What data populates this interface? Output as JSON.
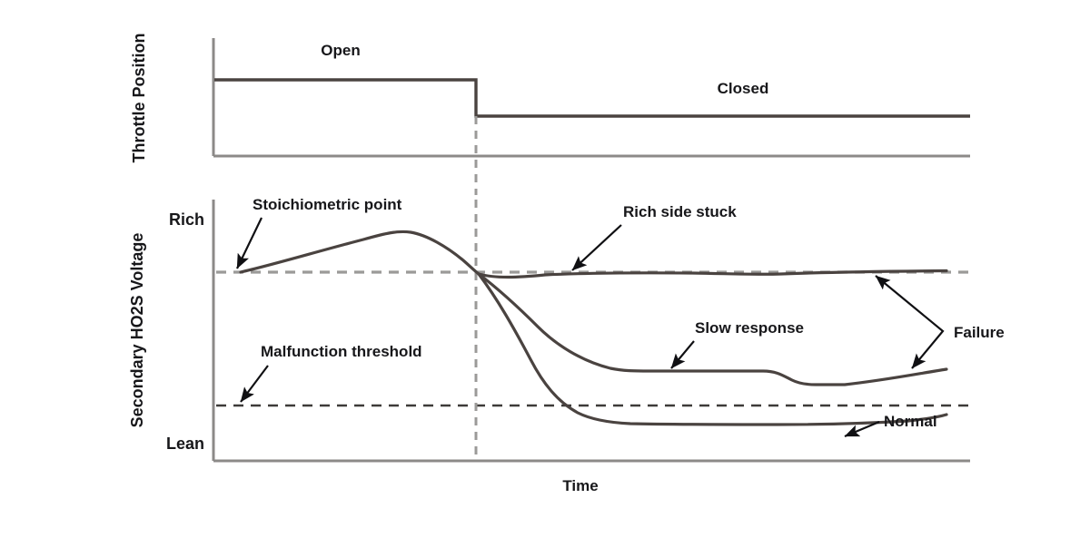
{
  "figure": {
    "background_color": "#ffffff",
    "axis_color": "#8c8a88",
    "curve_color": "#4a4340",
    "dash_color": "#9b9a98",
    "text_color": "#17171a"
  },
  "panels": {
    "top": {
      "y_axis_label": "Throttle Position",
      "state_open": "Open",
      "state_closed": "Closed"
    },
    "bottom": {
      "y_axis_label": "Secondary HO2S Voltage",
      "tick_high": "Rich",
      "tick_low": "Lean",
      "x_axis_label": "Time"
    }
  },
  "annotations": {
    "stoichiometric_point": "Stoichiometric point",
    "malfunction_threshold": "Malfunction threshold",
    "rich_side_stuck": "Rich side stuck",
    "slow_response": "Slow response",
    "failure": "Failure",
    "normal": "Normal"
  },
  "chart_data": {
    "type": "line",
    "title": "",
    "subtitle": "",
    "xlabel": "Time",
    "ylabel": "Secondary HO2S Voltage",
    "grid": false,
    "legend_position": "inline-annotations",
    "panels": [
      {
        "name": "Throttle Position",
        "ylabel": "Throttle Position",
        "xlabel": "",
        "ytick_labels": [],
        "annotations": [
          {
            "text": "Open",
            "x": 0.22,
            "y": 1.08
          },
          {
            "text": "Closed",
            "x": 0.65,
            "y": 0.82
          }
        ],
        "series": [
          {
            "name": "Throttle position",
            "style": "solid",
            "x": [
              0.0,
              0.345,
              0.345,
              1.0
            ],
            "values": [
              1.0,
              1.0,
              0.52,
              0.52
            ]
          }
        ],
        "ylim": [
          0,
          1.25
        ],
        "xlim": [
          0,
          1
        ]
      },
      {
        "name": "Secondary HO2S Voltage",
        "ylabel": "Secondary HO2S Voltage",
        "xlabel": "Time",
        "ytick_labels": [
          "Rich",
          "Lean"
        ],
        "reference_lines": [
          {
            "name": "Stoichiometric point",
            "y": 0.72,
            "style": "dashed"
          },
          {
            "name": "Malfunction threshold",
            "y": 0.21,
            "style": "dashed"
          }
        ],
        "event_marker": {
          "name": "throttle-close",
          "x": 0.345,
          "style": "dashed-vertical"
        },
        "series": [
          {
            "name": "Rich side stuck",
            "style": "solid",
            "x": [
              0.04,
              0.1,
              0.2,
              0.26,
              0.3,
              0.345,
              0.4,
              0.47,
              0.56,
              0.7,
              0.8,
              0.9,
              1.0
            ],
            "values": [
              0.72,
              0.8,
              0.87,
              0.88,
              0.87,
              0.8,
              0.74,
              0.715,
              0.712,
              0.714,
              0.72,
              0.723,
              0.725
            ]
          },
          {
            "name": "Slow response",
            "style": "solid",
            "x": [
              0.345,
              0.4,
              0.47,
              0.53,
              0.57,
              0.62,
              0.7,
              0.76,
              0.79,
              0.84,
              0.92,
              1.0
            ],
            "values": [
              0.72,
              0.64,
              0.52,
              0.44,
              0.405,
              0.39,
              0.39,
              0.39,
              0.355,
              0.35,
              0.37,
              0.385
            ]
          },
          {
            "name": "Normal",
            "style": "solid",
            "x": [
              0.345,
              0.38,
              0.42,
              0.46,
              0.5,
              0.55,
              0.65,
              0.8,
              0.9,
              1.0
            ],
            "values": [
              0.72,
              0.57,
              0.37,
              0.22,
              0.13,
              0.09,
              0.085,
              0.09,
              0.1,
              0.115
            ]
          }
        ],
        "annotations": [
          {
            "text": "Stoichiometric point",
            "points_to": "Rich side stuck curve start"
          },
          {
            "text": "Malfunction threshold",
            "points_to": "malfunction threshold line"
          },
          {
            "text": "Rich side stuck",
            "points_to": "Rich side stuck curve"
          },
          {
            "text": "Slow response",
            "points_to": "Slow response curve"
          },
          {
            "text": "Normal",
            "points_to": "Normal curve"
          },
          {
            "text": "Failure",
            "points_to": "span between rich-side-stuck and slow-response endpoints"
          }
        ],
        "ylim": [
          0,
          1.0
        ],
        "xlim": [
          0,
          1
        ]
      }
    ]
  }
}
